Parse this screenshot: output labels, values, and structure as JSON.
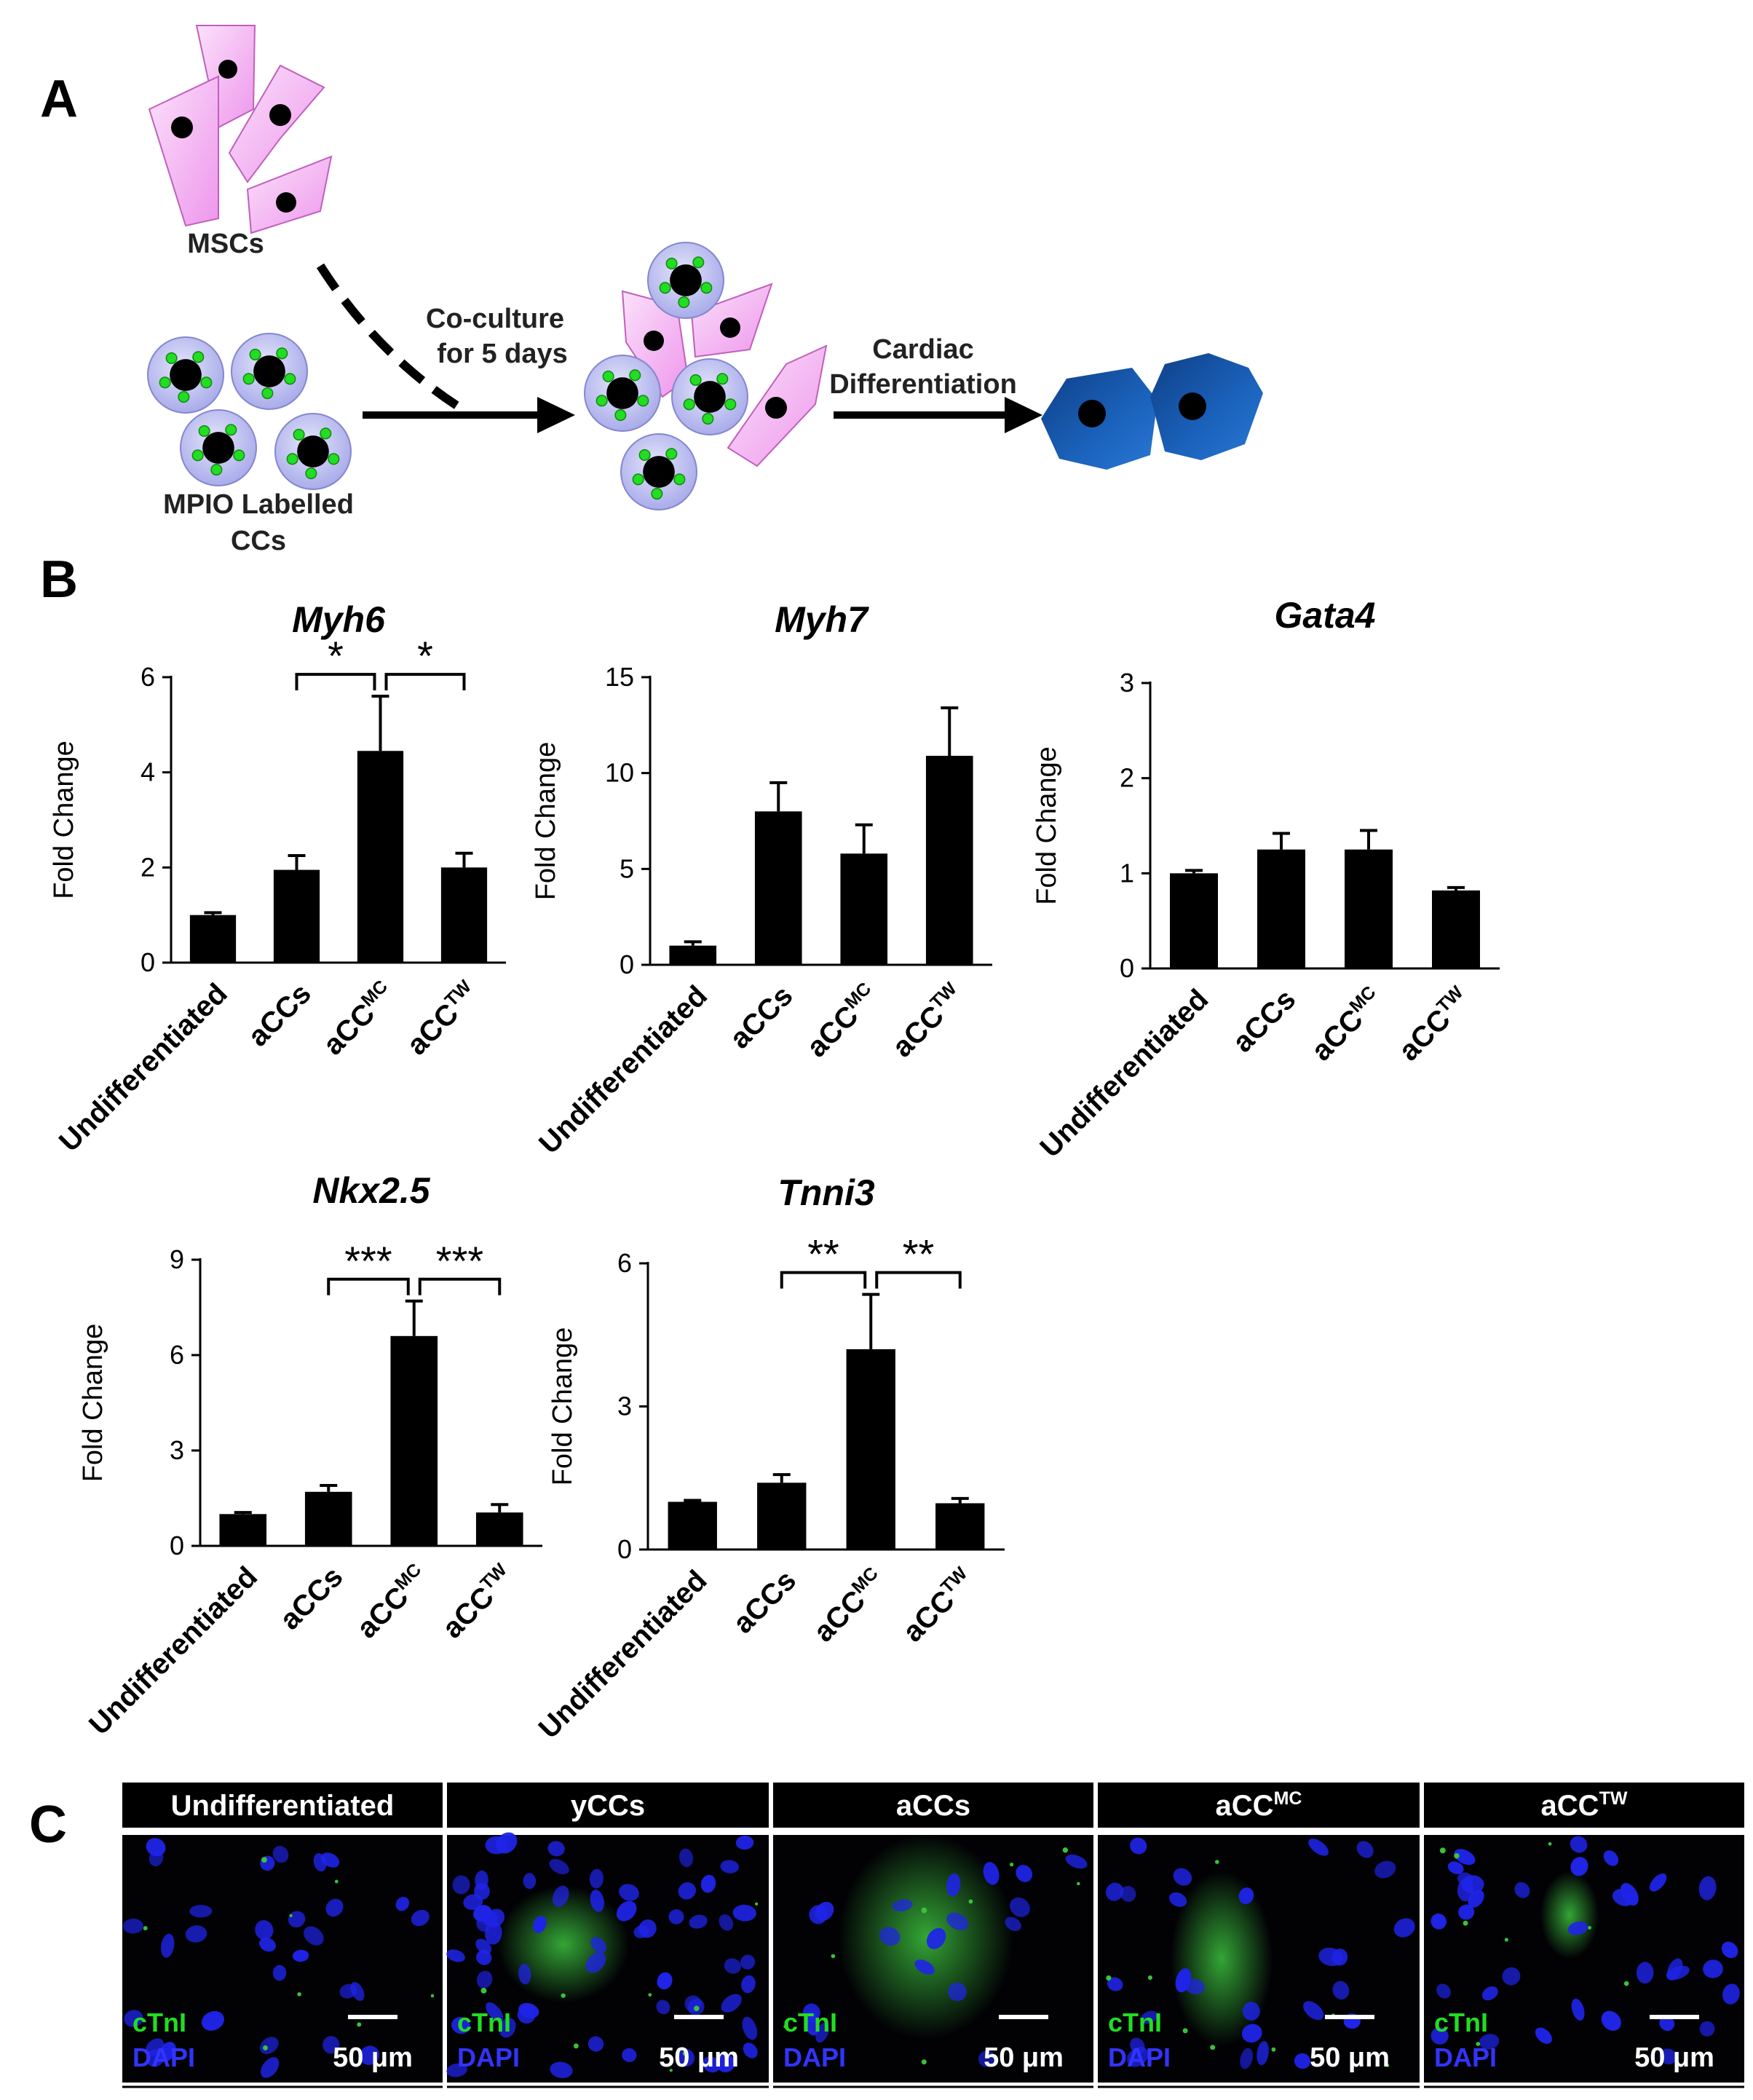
{
  "panels": {
    "a": "A",
    "b": "B",
    "c": "C"
  },
  "schematic": {
    "msc_label": "MSCs",
    "mpio_label_line1": "MPIO Labelled",
    "mpio_label_line2": "CCs",
    "coculture_line1": "Co-culture",
    "coculture_line2": "for 5 days",
    "cardiac_line1": "Cardiac",
    "cardiac_line2": "Differentiation",
    "colors": {
      "msc": "#f0a8ee",
      "cc": "#b7b9ee",
      "label": "#22dd22",
      "cardiomyocyte": "#1a5fb4"
    }
  },
  "chart_data": [
    {
      "type": "bar",
      "title": "Myh6",
      "ylabel": "Fold Change",
      "categories": [
        "Undifferentiated",
        "aCCs",
        "aCC^MC",
        "aCC^TW"
      ],
      "values": [
        1.0,
        1.95,
        4.45,
        2.0
      ],
      "errors": [
        0.05,
        0.3,
        1.15,
        0.3
      ],
      "ylim": [
        0,
        6
      ],
      "yticks": [
        0,
        2,
        4,
        6
      ],
      "significance": [
        {
          "from": 1,
          "to": 2,
          "label": "*"
        },
        {
          "from": 2,
          "to": 3,
          "label": "*"
        }
      ]
    },
    {
      "type": "bar",
      "title": "Myh7",
      "ylabel": "Fold Change",
      "categories": [
        "Undifferentiated",
        "aCCs",
        "aCC^MC",
        "aCC^TW"
      ],
      "values": [
        1.0,
        8.0,
        5.8,
        10.9
      ],
      "errors": [
        0.2,
        1.5,
        1.5,
        2.5
      ],
      "ylim": [
        0,
        15
      ],
      "yticks": [
        0,
        5,
        10,
        15
      ],
      "significance": []
    },
    {
      "type": "bar",
      "title": "Gata4",
      "ylabel": "Fold Change",
      "categories": [
        "Undifferentiated",
        "aCCs",
        "aCC^MC",
        "aCC^TW"
      ],
      "values": [
        1.0,
        1.25,
        1.25,
        0.82
      ],
      "errors": [
        0.03,
        0.17,
        0.2,
        0.03
      ],
      "ylim": [
        0,
        3
      ],
      "yticks": [
        0,
        1,
        2,
        3
      ],
      "significance": []
    },
    {
      "type": "bar",
      "title": "Nkx2.5",
      "ylabel": "Fold Change",
      "categories": [
        "Undifferentiated",
        "aCCs",
        "aCC^MC",
        "aCC^TW"
      ],
      "values": [
        1.0,
        1.7,
        6.6,
        1.05
      ],
      "errors": [
        0.05,
        0.2,
        1.1,
        0.25
      ],
      "ylim": [
        0,
        9
      ],
      "yticks": [
        0,
        3,
        6,
        9
      ],
      "significance": [
        {
          "from": 1,
          "to": 2,
          "label": "***"
        },
        {
          "from": 2,
          "to": 3,
          "label": "***"
        }
      ]
    },
    {
      "type": "bar",
      "title": "Tnni3",
      "ylabel": "Fold Change",
      "categories": [
        "Undifferentiated",
        "aCCs",
        "aCC^MC",
        "aCC^TW"
      ],
      "values": [
        1.0,
        1.4,
        4.2,
        0.97
      ],
      "errors": [
        0.03,
        0.17,
        1.15,
        0.1
      ],
      "ylim": [
        0,
        6
      ],
      "yticks": [
        0,
        3,
        6
      ],
      "significance": [
        {
          "from": 1,
          "to": 2,
          "label": "**"
        },
        {
          "from": 2,
          "to": 3,
          "label": "**"
        }
      ]
    }
  ],
  "micrographs": {
    "headers": [
      "Undifferentiated",
      "yCCs",
      "aCCs",
      "aCC^MC",
      "aCC^TW"
    ],
    "stain1": "cTnI",
    "stain2": "DAPI",
    "scale": "50 μm",
    "colors": {
      "nucleus": "#1f24e8",
      "ctni": "#39c23a",
      "background": "#020205"
    }
  }
}
